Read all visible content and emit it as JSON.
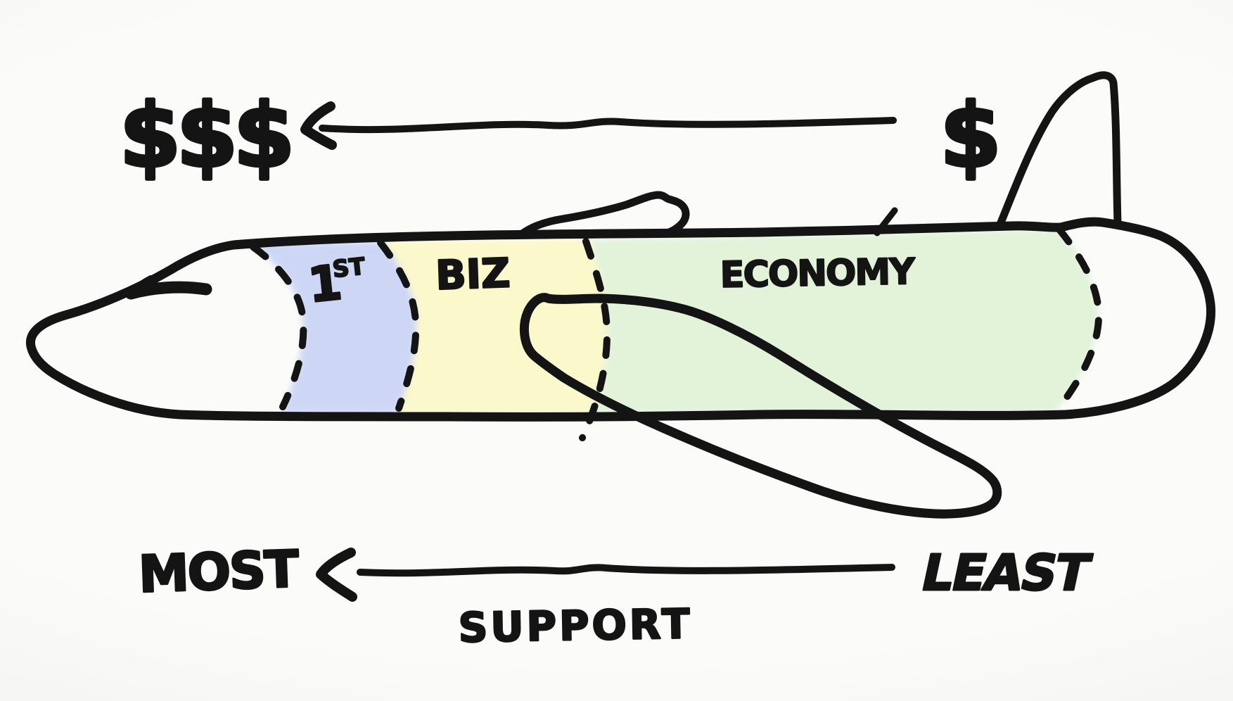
{
  "scene": {
    "description": "Hand-drawn sketch of an airplane fuselage divided into cabin classes, comparing ticket price and support level",
    "background": "#fbfbfa",
    "ink": "#141414"
  },
  "price_axis": {
    "high_label": "$$$",
    "low_label": "$",
    "direction": "arrow points left from $ to $$$"
  },
  "support_axis": {
    "high_label": "MOST",
    "low_label": "LEAST",
    "caption": "SUPPORT",
    "direction": "arrow points left from LEAST to MOST"
  },
  "sections": [
    {
      "name": "first-class",
      "label_main": "1",
      "label_sup": "ST",
      "color": "#cdd7f5"
    },
    {
      "name": "business-class",
      "label": "BIZ",
      "color": "#fbf8cb"
    },
    {
      "name": "economy-class",
      "label": "ECONOMY",
      "color": "#e2f3da"
    }
  ]
}
